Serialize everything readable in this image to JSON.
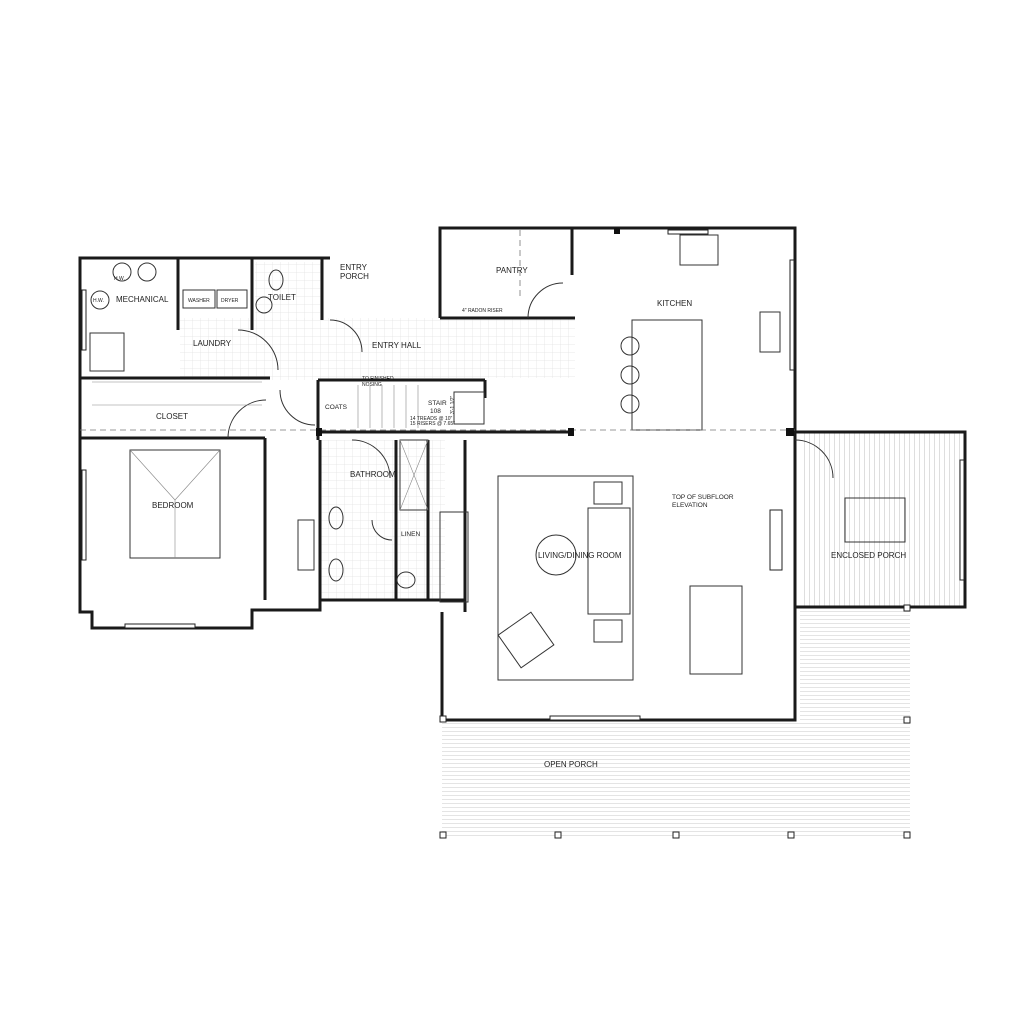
{
  "rooms": {
    "mechanical": "MECHANICAL",
    "hw1": "H.W.",
    "hw2": "H.W.",
    "washer": "WASHER",
    "dryer": "DRYER",
    "toilet": "TOILET",
    "entry_porch": "ENTRY\nPORCH",
    "pantry": "PANTRY",
    "radon": "4\" RADON RISER",
    "kitchen": "KITCHEN",
    "laundry": "LAUNDRY",
    "entry_hall": "ENTRY HALL",
    "finished_nosing": "TO FINISHED\nNOSING",
    "closet": "CLOSET",
    "coats": "COATS",
    "stair": "STAIR\n108",
    "stair_dim": "3'-1 1/2\"",
    "treads": "14 TREADS @ 10\"\n15 RISERS @ 7.65\"",
    "bathroom": "BATHROOM",
    "bedroom": "BEDROOM",
    "linen": "LINEN",
    "living_dining": "LIVING/DINING ROOM",
    "subfloor": "TOP OF SUBFLOOR\nELEVATION",
    "enclosed_porch": "ENCLOSED PORCH",
    "open_porch": "OPEN PORCH"
  }
}
